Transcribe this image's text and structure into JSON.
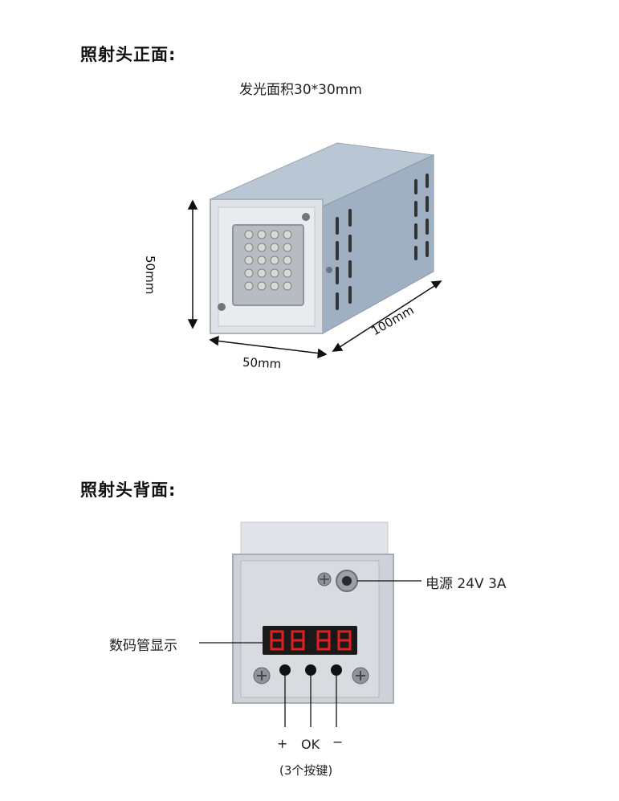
{
  "front": {
    "heading": "照射头正面:",
    "caption": "发光面积30*30mm",
    "dimensions": {
      "height": "50mm",
      "width": "50mm",
      "length": "100mm"
    }
  },
  "back": {
    "heading": "照射头背面:",
    "power_label": "电源 24V 3A",
    "display_label": "数码管显示",
    "buttons": {
      "plus": "+",
      "ok": "OK",
      "minus": "−"
    },
    "buttons_note": "(3个按键)"
  },
  "colors": {
    "housing": "#c9ccd0",
    "display": "#1a1a1a",
    "segments": "#e02020"
  }
}
